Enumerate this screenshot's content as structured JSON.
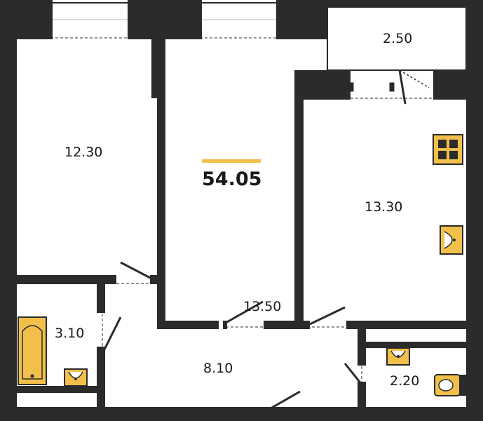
{
  "plan": {
    "total_area": "54.05",
    "accent_color": "#f2c04a",
    "wall_color": "#2b2b2b",
    "rooms": [
      {
        "id": "bedroom",
        "area": "12.30"
      },
      {
        "id": "living-room",
        "area": "13.50"
      },
      {
        "id": "kitchen",
        "area": "13.30"
      },
      {
        "id": "balcony",
        "area": "2.50"
      },
      {
        "id": "bathroom",
        "area": "3.10"
      },
      {
        "id": "hallway",
        "area": "8.10"
      },
      {
        "id": "toilet",
        "area": "2.20"
      }
    ],
    "fixtures": [
      "stove-icon",
      "kitchen-sink-icon",
      "bathtub-icon",
      "bathroom-sink-icon",
      "toilet-sink-icon",
      "toilet-icon"
    ]
  }
}
